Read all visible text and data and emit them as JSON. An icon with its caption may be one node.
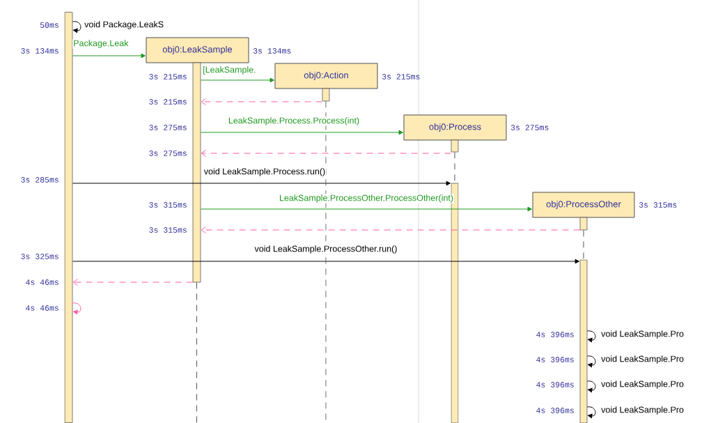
{
  "diagram": {
    "nodes": [
      {
        "text": [],
        "shape": "bar"
      },
      {
        "text": [
          "obj0:LeakSample"
        ],
        "beside": [
          "3s 134ms"
        ]
      },
      {
        "text": [
          "obj0:Action"
        ],
        "beside": [
          "3s 215ms"
        ]
      },
      {
        "text": [
          "obj0:Process"
        ],
        "beside": [
          "3s 275ms"
        ]
      },
      {
        "text": [
          "obj0:ProcessOther"
        ],
        "beside": [
          "3s 315ms"
        ]
      },
      {
        "text": [],
        "shape": "bar"
      },
      {
        "text": [],
        "shape": "bar"
      },
      {
        "text": [],
        "shape": "bar"
      },
      {
        "text": [],
        "shape": "bar"
      },
      {
        "text": [],
        "shape": "bar"
      },
      {
        "text": [],
        "shape": "bar"
      }
    ],
    "edges": [
      {
        "from": 0,
        "to": 0,
        "arrow": "to",
        "label": "void Package.LeakS"
      },
      {
        "from": 0,
        "to": 1,
        "arrow": "to",
        "label": "Package.Leak",
        "color": "#1f9a1f"
      },
      {
        "from": 5,
        "to": 2,
        "arrow": "to",
        "label": "[LeakSample.",
        "color": "#1f9a1f"
      },
      {
        "from": 6,
        "to": 5,
        "arrow": "to",
        "style": "dashed",
        "color": "#ff5aa5"
      },
      {
        "from": 5,
        "to": 3,
        "arrow": "to",
        "label": "LeakSample.Process.Process(int)",
        "color": "#1f9a1f"
      },
      {
        "from": 7,
        "to": 5,
        "arrow": "to",
        "style": "dashed",
        "color": "#ff5aa5"
      },
      {
        "from": 0,
        "to": 8,
        "arrow": "to",
        "label": "void LeakSample.Process.run()"
      },
      {
        "from": 5,
        "to": 4,
        "arrow": "to",
        "label": "LeakSample.ProcessOther.ProcessOther(int)",
        "color": "#1f9a1f"
      },
      {
        "from": 9,
        "to": 5,
        "arrow": "to",
        "style": "dashed",
        "color": "#ff5aa5"
      },
      {
        "from": 0,
        "to": 10,
        "arrow": "to",
        "label": "void LeakSample.ProcessOther.run()"
      },
      {
        "from": 5,
        "to": 0,
        "arrow": "to",
        "style": "dashed",
        "color": "#ff5aa5"
      },
      {
        "from": 0,
        "to": 0,
        "arrow": "to",
        "color": "#ff5aa5"
      },
      {
        "from": 10,
        "to": 10,
        "arrow": "to",
        "label": "void LeakSample.Pro"
      },
      {
        "from": 10,
        "to": 10,
        "arrow": "to",
        "label": "void LeakSample.Pro"
      },
      {
        "from": 10,
        "to": 10,
        "arrow": "to",
        "label": "void LeakSample.Pro"
      },
      {
        "from": 10,
        "to": 10,
        "arrow": "to",
        "label": "void LeakSample.Pro"
      },
      {
        "from": 5,
        "to": null,
        "arrow": "none",
        "style": "dashed",
        "color": "#555555"
      },
      {
        "from": 6,
        "to": null,
        "arrow": "none",
        "style": "dashed",
        "color": "#555555"
      },
      {
        "from": 7,
        "to": 8,
        "arrow": "none",
        "style": "dashed",
        "color": "#555555"
      },
      {
        "from": 9,
        "to": 10,
        "arrow": "none",
        "style": "dashed",
        "color": "#555555"
      }
    ],
    "labels": [
      "50ms",
      "3s 134ms",
      "3s 215ms",
      "3s 215ms",
      "3s 275ms",
      "3s 275ms",
      "3s 285ms",
      "3s 315ms",
      "3s 315ms",
      "3s 325ms",
      "4s 46ms",
      "4s 46ms",
      "4s 396ms",
      "4s 396ms",
      "4s 396ms",
      "4s 396ms"
    ]
  }
}
